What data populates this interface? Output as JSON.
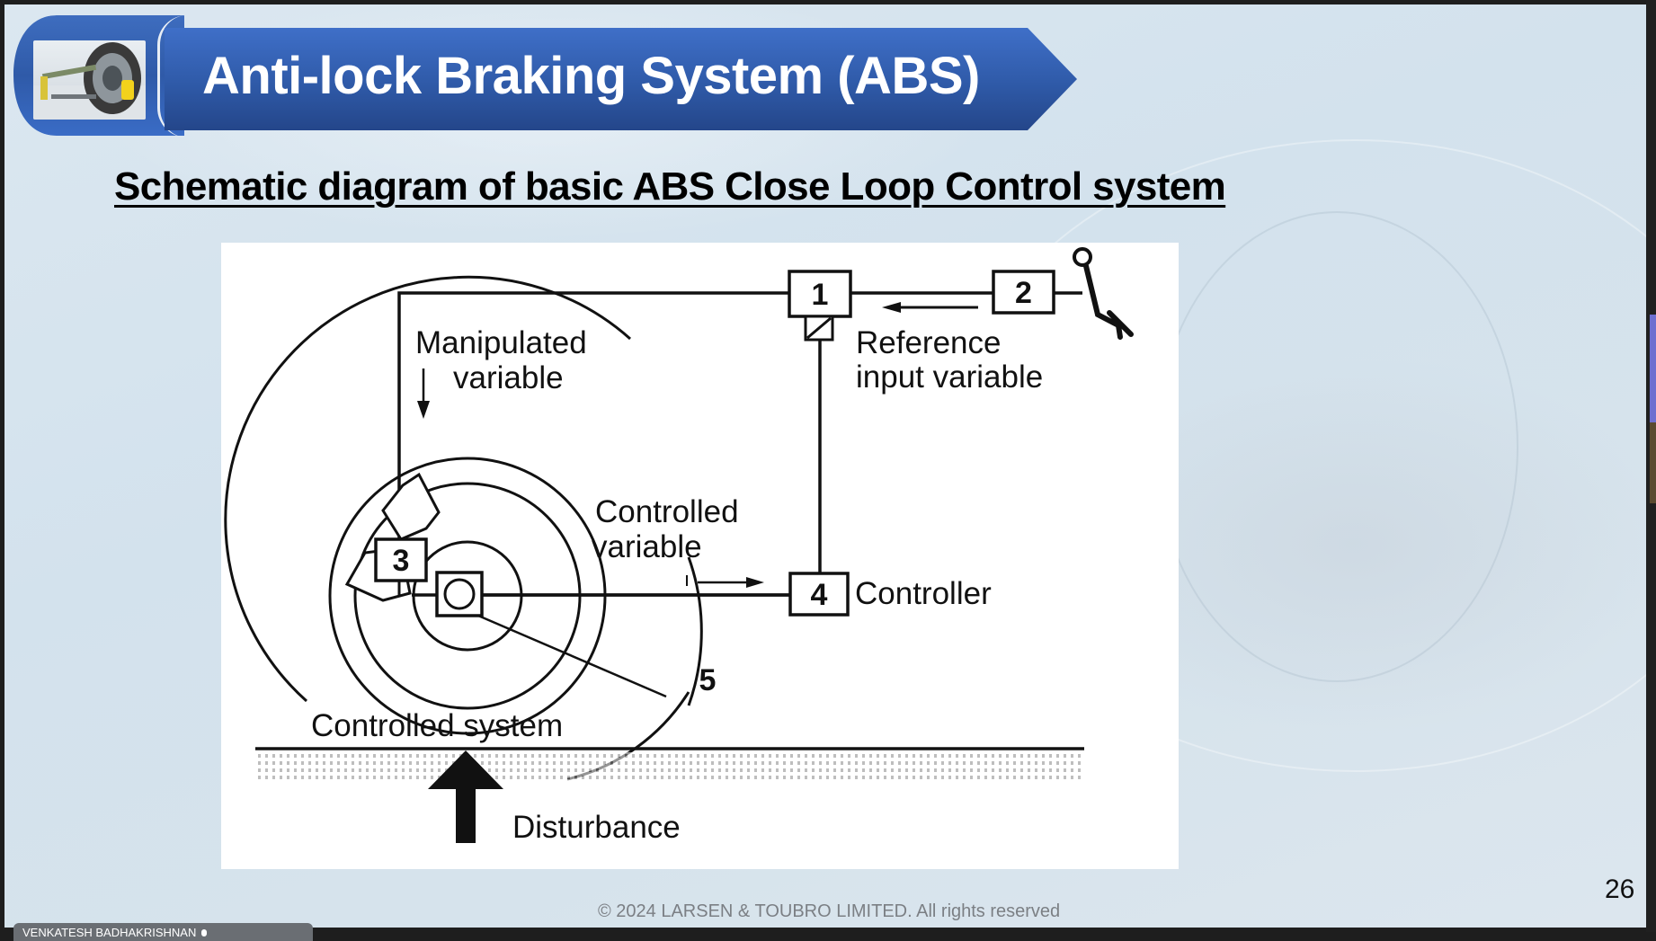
{
  "slide": {
    "header": {
      "title": "Anti-lock Braking System (ABS)",
      "logo_image": "car-wheel-suspension-brake-image",
      "banner_color": "#2f5aa8"
    },
    "subtitle": "Schematic diagram of basic  ABS Close Loop Control system",
    "diagram": {
      "labels": {
        "manipulated": [
          "Manipulated",
          "variable"
        ],
        "reference": [
          "Reference",
          "input variable"
        ],
        "controlled_variable": [
          "Controlled",
          "variable"
        ],
        "controller": "Controller",
        "controlled_system": "Controlled system",
        "disturbance": "Disturbance"
      },
      "blocks": [
        "1",
        "2",
        "3",
        "4",
        "5"
      ]
    },
    "footer": "© 2024 LARSEN & TOUBRO LIMITED. All rights reserved",
    "page_number": "26"
  },
  "overlay": {
    "participant_name": "VENKATESH BADHAKRISHNAN"
  }
}
